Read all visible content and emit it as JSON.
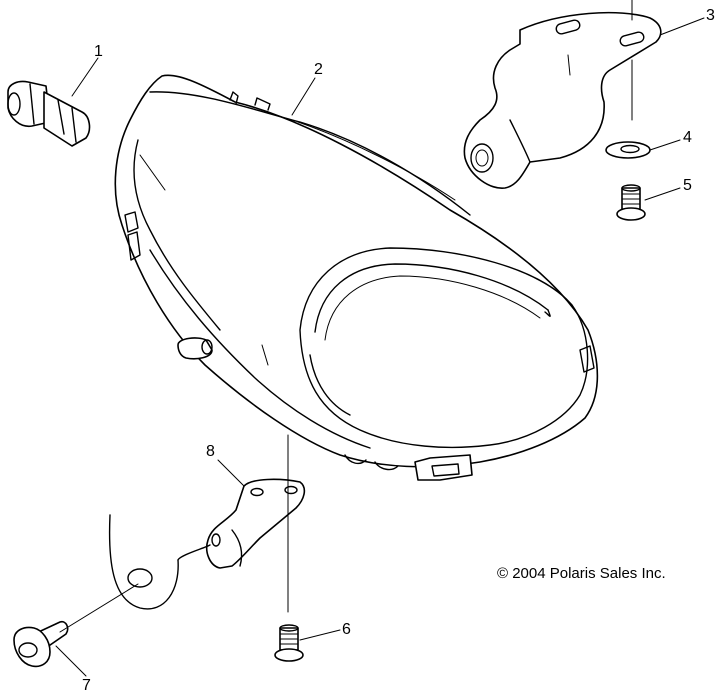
{
  "diagram": {
    "callouts": [
      "1",
      "2",
      "3",
      "4",
      "5",
      "6",
      "7",
      "8"
    ],
    "copyright": "© 2004 Polaris Sales Inc.",
    "colors": {
      "stroke": "#000000",
      "background": "#ffffff"
    }
  }
}
